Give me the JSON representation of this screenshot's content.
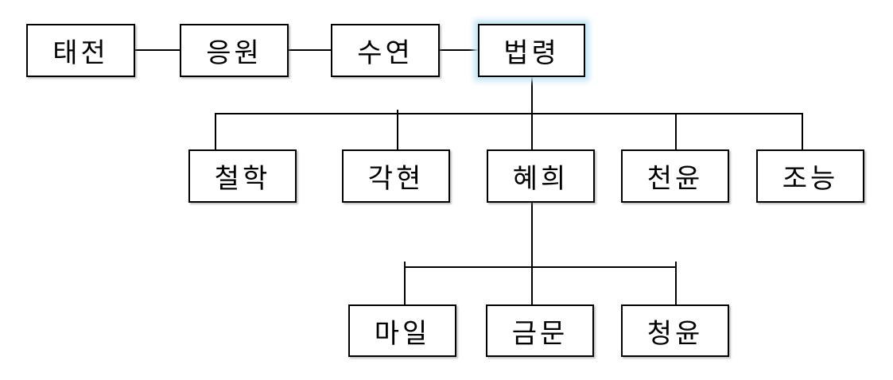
{
  "diagram": {
    "type": "lineage-tree",
    "background_color": "#ffffff",
    "line_color": "#000000",
    "node_border_color": "#000000",
    "selected_node": "법령",
    "selection_glow_color": "#c3e5f4",
    "nodes": [
      {
        "label": "태전",
        "row": 1
      },
      {
        "label": "응원",
        "row": 1
      },
      {
        "label": "수연",
        "row": 1
      },
      {
        "label": "법령",
        "row": 1,
        "selected": true
      },
      {
        "label": "철학",
        "row": 2
      },
      {
        "label": "각현",
        "row": 2
      },
      {
        "label": "혜희",
        "row": 2
      },
      {
        "label": "천윤",
        "row": 2
      },
      {
        "label": "조능",
        "row": 2
      },
      {
        "label": "마일",
        "row": 3
      },
      {
        "label": "금문",
        "row": 3
      },
      {
        "label": "청윤",
        "row": 3
      }
    ],
    "edges": [
      {
        "from": "태전",
        "to": "응원",
        "type": "sibling-chain"
      },
      {
        "from": "응원",
        "to": "수연",
        "type": "sibling-chain"
      },
      {
        "from": "수연",
        "to": "법령",
        "type": "sibling-chain"
      },
      {
        "from": "법령",
        "to": "철학",
        "type": "parent-child"
      },
      {
        "from": "법령",
        "to": "각현",
        "type": "parent-child"
      },
      {
        "from": "법령",
        "to": "혜희",
        "type": "parent-child"
      },
      {
        "from": "법령",
        "to": "천윤",
        "type": "parent-child"
      },
      {
        "from": "법령",
        "to": "조능",
        "type": "parent-child"
      },
      {
        "from": "혜희",
        "to": "마일",
        "type": "parent-child"
      },
      {
        "from": "혜희",
        "to": "금문",
        "type": "parent-child"
      },
      {
        "from": "혜희",
        "to": "청윤",
        "type": "parent-child"
      }
    ]
  }
}
